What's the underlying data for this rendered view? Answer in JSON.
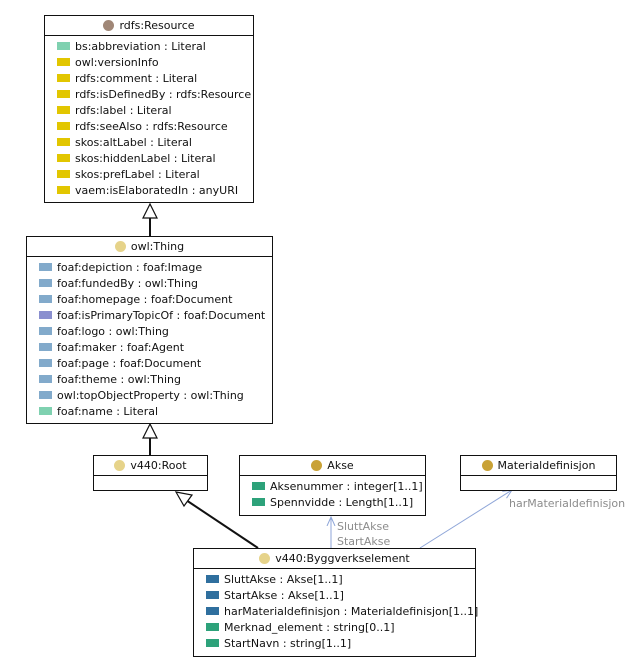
{
  "colors": {
    "resource_icon": "#a08777",
    "class_icon": "#e6d38a",
    "defined_class_icon": "#c9a236",
    "annotation_prop": "#e2c600",
    "datatype_prop": "#7fd1b0",
    "object_prop": "#82aacb",
    "object_prop_alt": "#8a8fcf",
    "akse_attr": "#2da27a",
    "byggverk_obj": "#2f6f9e",
    "byggverk_data": "#2da27a",
    "assoc_line": "#8fa6d8"
  },
  "classes": {
    "resource": {
      "name": "rdfs:Resource",
      "attrs": [
        {
          "text": "bs:abbreviation : Literal",
          "kind": "datatype_prop"
        },
        {
          "text": "owl:versionInfo",
          "kind": "annotation_prop"
        },
        {
          "text": "rdfs:comment : Literal",
          "kind": "annotation_prop"
        },
        {
          "text": "rdfs:isDefinedBy : rdfs:Resource",
          "kind": "annotation_prop"
        },
        {
          "text": "rdfs:label : Literal",
          "kind": "annotation_prop"
        },
        {
          "text": "rdfs:seeAlso : rdfs:Resource",
          "kind": "annotation_prop"
        },
        {
          "text": "skos:altLabel : Literal",
          "kind": "annotation_prop"
        },
        {
          "text": "skos:hiddenLabel : Literal",
          "kind": "annotation_prop"
        },
        {
          "text": "skos:prefLabel : Literal",
          "kind": "annotation_prop"
        },
        {
          "text": "vaem:isElaboratedIn : anyURI",
          "kind": "annotation_prop"
        }
      ]
    },
    "thing": {
      "name": "owl:Thing",
      "attrs": [
        {
          "text": "foaf:depiction : foaf:Image",
          "kind": "object_prop"
        },
        {
          "text": "foaf:fundedBy : owl:Thing",
          "kind": "object_prop"
        },
        {
          "text": "foaf:homepage : foaf:Document",
          "kind": "object_prop"
        },
        {
          "text": "foaf:isPrimaryTopicOf : foaf:Document",
          "kind": "object_prop_alt"
        },
        {
          "text": "foaf:logo : owl:Thing",
          "kind": "object_prop"
        },
        {
          "text": "foaf:maker : foaf:Agent",
          "kind": "object_prop"
        },
        {
          "text": "foaf:page : foaf:Document",
          "kind": "object_prop"
        },
        {
          "text": "foaf:theme : owl:Thing",
          "kind": "object_prop"
        },
        {
          "text": "owl:topObjectProperty : owl:Thing",
          "kind": "object_prop"
        },
        {
          "text": "foaf:name : Literal",
          "kind": "datatype_prop"
        }
      ]
    },
    "root": {
      "name": "v440:Root",
      "attrs": []
    },
    "akse": {
      "name": "Akse",
      "attrs": [
        {
          "text": "Aksenummer : integer[1..1]",
          "kind": "akse_attr"
        },
        {
          "text": "Spennvidde : Length[1..1]",
          "kind": "akse_attr"
        }
      ]
    },
    "materialdefinisjon": {
      "name": "Materialdefinisjon",
      "attrs": []
    },
    "byggverkselement": {
      "name": "v440:Byggverkselement",
      "attrs": [
        {
          "text": "SluttAkse : Akse[1..1]",
          "kind": "byggverk_obj"
        },
        {
          "text": "StartAkse : Akse[1..1]",
          "kind": "byggverk_obj"
        },
        {
          "text": "harMaterialdefinisjon : Materialdefinisjon[1..1]",
          "kind": "byggverk_obj"
        },
        {
          "text": "Merknad_element : string[0..1]",
          "kind": "byggverk_data"
        },
        {
          "text": "StartNavn : string[1..1]",
          "kind": "byggverk_data"
        }
      ]
    }
  },
  "edge_labels": {
    "slutt_akse": "SluttAkse",
    "start_akse": "StartAkse",
    "har_material": "harMaterialdefinisjon"
  }
}
